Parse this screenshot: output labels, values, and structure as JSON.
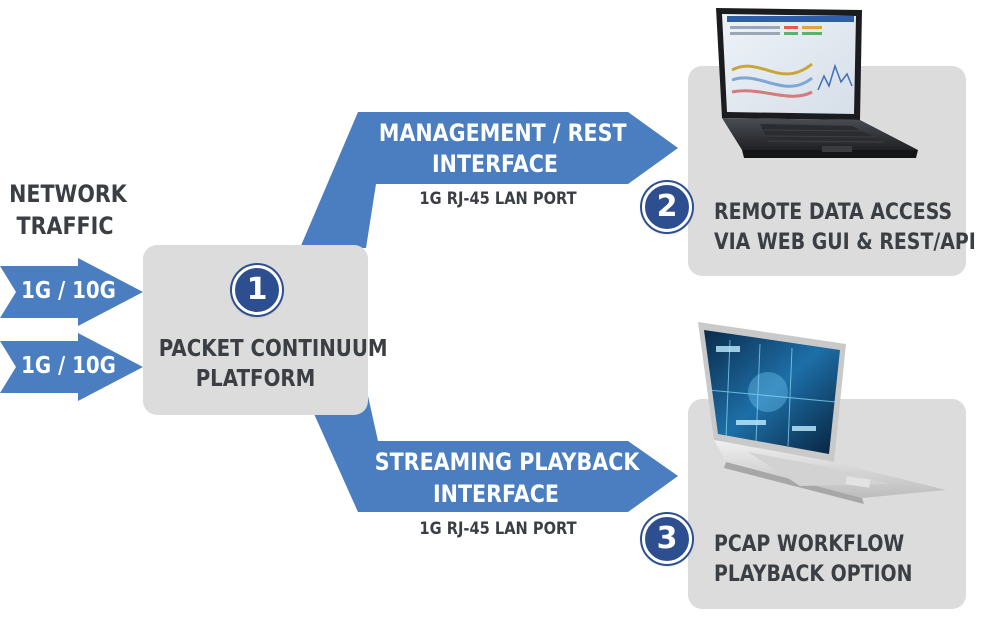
{
  "input": {
    "title_line1": "NETWORK",
    "title_line2": "TRAFFIC",
    "port_a": "1G / 10G",
    "port_b": "1G / 10G"
  },
  "platform": {
    "step": "1",
    "line1": "PACKET CONTINUUM",
    "line2": "PLATFORM"
  },
  "management_arrow": {
    "line1": "MANAGEMENT / REST",
    "line2": "INTERFACE",
    "port": "1G RJ-45 LAN PORT"
  },
  "streaming_arrow": {
    "line1": "STREAMING PLAYBACK",
    "line2": "INTERFACE",
    "port": "1G RJ-45 LAN PORT"
  },
  "remote_access": {
    "step": "2",
    "line1": "REMOTE DATA ACCESS",
    "line2": "VIA WEB GUI & REST/API"
  },
  "pcap_workflow": {
    "step": "3",
    "line1": "PCAP WORKFLOW",
    "line2": "PLAYBACK OPTION"
  },
  "colors": {
    "arrow_blue": "#4a7ec0",
    "box_gray": "#dcdcdc",
    "badge_navy": "#2e4f8f",
    "text_dark": "#3b3f44"
  }
}
